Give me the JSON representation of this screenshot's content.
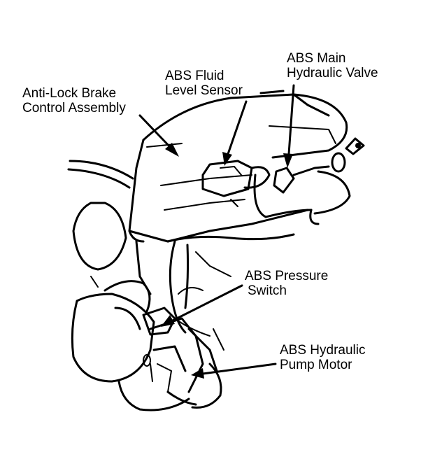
{
  "labels": {
    "control_assembly": [
      "Anti-Lock Brake",
      "Control Assembly"
    ],
    "fluid_sensor": [
      "ABS Fluid",
      "Level Sensor"
    ],
    "main_valve": [
      "ABS Main",
      "Hydraulic Valve"
    ],
    "pressure_switch": [
      "ABS Pressure",
      "Switch"
    ],
    "pump_motor": [
      "ABS Hydraulic",
      "Pump Motor"
    ]
  },
  "colors": {
    "ink": "#000000",
    "paper": "#ffffff"
  }
}
